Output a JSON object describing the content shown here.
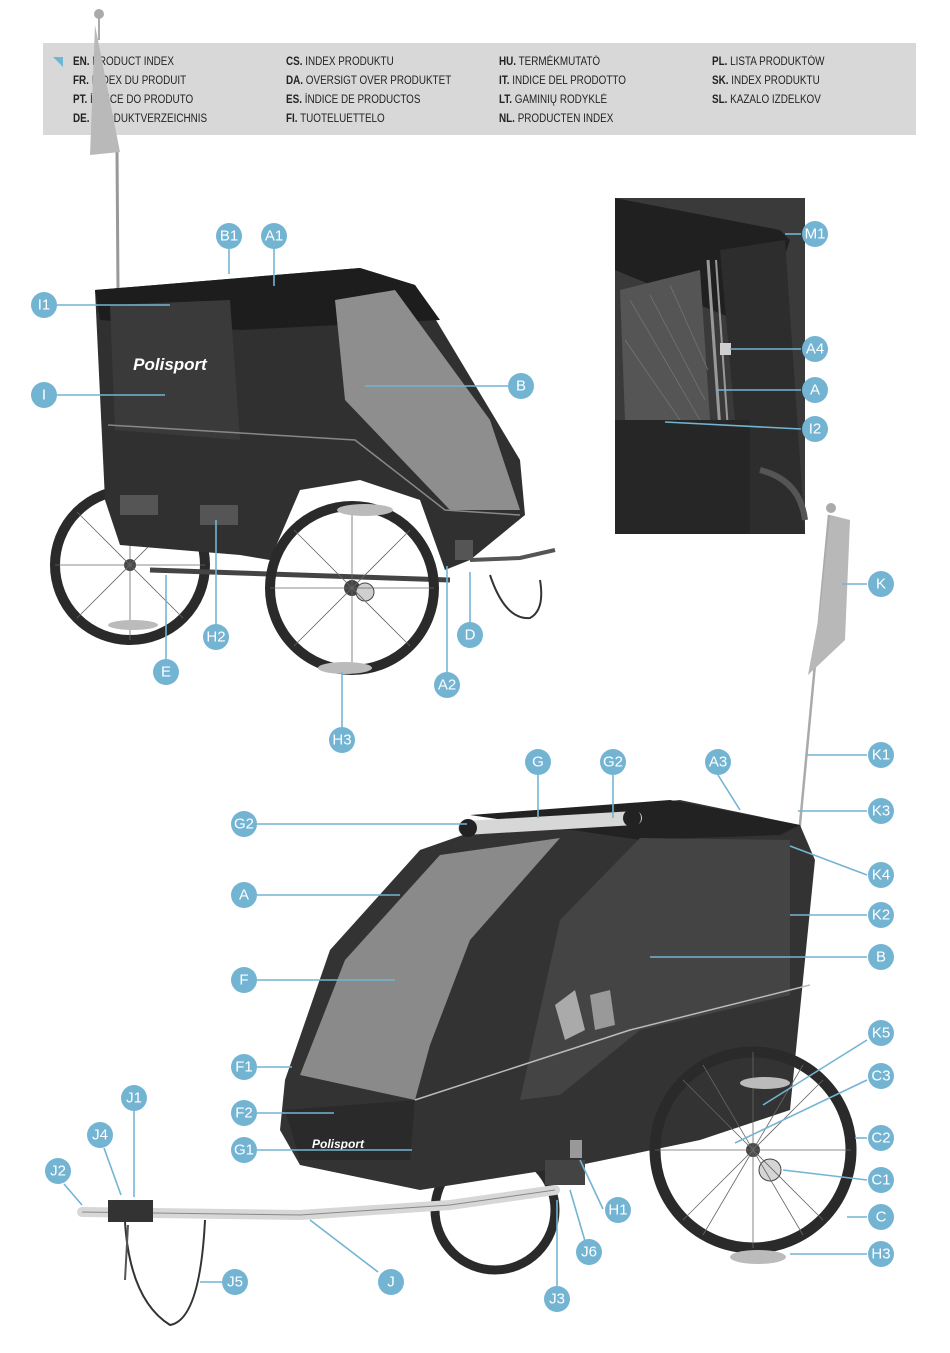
{
  "product_index": {
    "columns": [
      [
        {
          "code": "EN.",
          "text": "PRODUCT INDEX"
        },
        {
          "code": "FR.",
          "text": "INDEX DU PRODUIT"
        },
        {
          "code": "PT.",
          "text": "ÍNDICE DO PRODUTO"
        },
        {
          "code": "DE.",
          "text": "PRODUKTVERZEICHNIS"
        }
      ],
      [
        {
          "code": "CS.",
          "text": "INDEX PRODUKTU"
        },
        {
          "code": "DA.",
          "text": "OVERSIGT OVER PRODUKTET"
        },
        {
          "code": "ES.",
          "text": "ÍNDICE DE PRODUCTOS"
        },
        {
          "code": "FI.",
          "text": "TUOTELUETTELO"
        }
      ],
      [
        {
          "code": "HU.",
          "text": "TERMÉKMUTATÓ"
        },
        {
          "code": "IT.",
          "text": "INDICE DEL PRODOTTO"
        },
        {
          "code": "LT.",
          "text": "GAMINIŲ RODYKLĖ"
        },
        {
          "code": "NL.",
          "text": "PRODUCTEN INDEX"
        }
      ],
      [
        {
          "code": "PL.",
          "text": "LISTA PRODUKTÓW"
        },
        {
          "code": "SK.",
          "text": "INDEX PRODUKTU"
        },
        {
          "code": "SL.",
          "text": "KAZALO IZDELKOV"
        }
      ]
    ]
  },
  "brand": "Polisport",
  "part_labels": [
    "B1",
    "A1",
    "I1",
    "I",
    "B",
    "H2",
    "E",
    "D",
    "A2",
    "H3",
    "M1",
    "A4",
    "A",
    "I2",
    "K",
    "K1",
    "G",
    "G2",
    "A3",
    "K3",
    "G2",
    "K4",
    "A",
    "K2",
    "B",
    "F",
    "K5",
    "F1",
    "C3",
    "J1",
    "J4",
    "F2",
    "C2",
    "G1",
    "C1",
    "J2",
    "H1",
    "C",
    "J6",
    "J5",
    "J",
    "H3",
    "J3"
  ],
  "colors": {
    "label": "#74b4d3",
    "index_bar": "#d8d8d8"
  }
}
